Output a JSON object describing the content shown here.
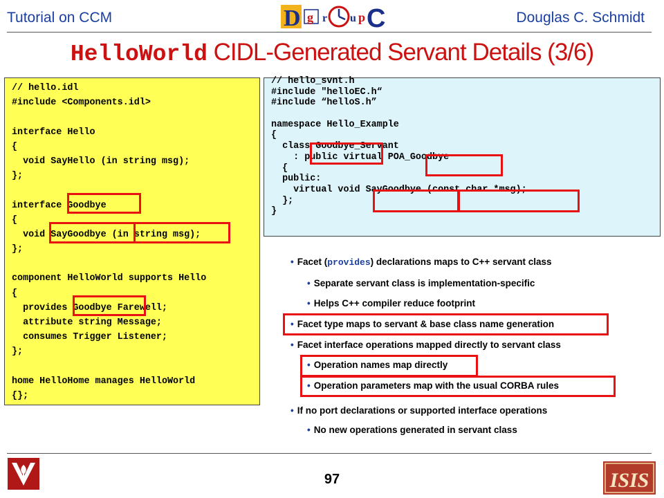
{
  "header": {
    "left": "Tutorial on CCM",
    "right": "Douglas C. Schmidt",
    "logo_letters": [
      "D",
      "g",
      "r",
      "o",
      "u",
      "p",
      "C"
    ]
  },
  "title": {
    "code": "HelloWorld",
    "rest": " CIDL-Generated Servant Details (3/6)"
  },
  "idl_code": [
    "// hello.idl",
    "#include <Components.idl>",
    "",
    "interface Hello",
    "{",
    "  void SayHello (in string msg);",
    "};",
    "",
    "interface Goodbye",
    "{",
    "  void SayGoodbye (in string msg);",
    "};",
    "",
    "component HelloWorld supports Hello",
    "{",
    "  provides Goodbye Farewell;",
    "  attribute string Message;",
    "  consumes Trigger Listener;",
    "};",
    "",
    "home HelloHome manages HelloWorld",
    "{};"
  ],
  "svnt_code": [
    "// hello_svnt.h",
    "#include \"helloEC.h“",
    "#include “helloS.h”",
    "",
    "namespace Hello_Example",
    "{",
    "  class Goodbye_Servant",
    "    : public virtual POA_Goodbye",
    "  {",
    "  public:",
    "    virtual void SayGoodbye (const char *msg);",
    "  };",
    "}"
  ],
  "bullets": {
    "b1_pre": "Facet (",
    "b1_code": "provides",
    "b1_post": ") declarations maps to C++ servant class",
    "b2": "Separate servant class is implementation-specific",
    "b3": "Helps C++ compiler reduce footprint",
    "b4": "Facet type maps to servant & base class name generation",
    "b5": "Facet interface operations mapped directly to servant class",
    "b6": "Operation names map directly",
    "b7": "Operation parameters map with the usual CORBA rules",
    "b8": "If no port declarations or supported interface operations",
    "b9": "No new operations generated in servant class"
  },
  "footer": {
    "page": "97",
    "right_logo": "ISIS"
  },
  "colors": {
    "title_red": "#cc1111",
    "header_blue": "#1a3fa0",
    "idl_bg": "#ffff55",
    "svnt_bg": "#ddf4fb",
    "highlight": "#e81010"
  }
}
